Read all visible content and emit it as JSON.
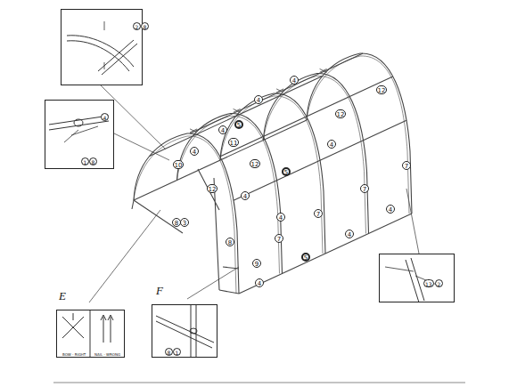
{
  "diagram": {
    "nodes": [
      {
        "text": [
          "2",
          "8"
        ]
      },
      {
        "text": [
          "4",
          "1",
          "8"
        ]
      },
      {
        "text": [
          "E",
          "BOW - RIGHT",
          "NAIL - WRONG"
        ]
      },
      {
        "text": [
          "F",
          "8",
          "1"
        ]
      },
      {
        "text": [
          "13",
          "2"
        ]
      }
    ],
    "labels": [
      "4",
      "12",
      "4",
      "5",
      "4",
      "11",
      "12",
      "4",
      "10",
      "12",
      "5",
      "4",
      "7",
      "12",
      "4",
      "7",
      "7",
      "4",
      "8",
      "3",
      "4",
      "4",
      "8",
      "7",
      "5",
      "9",
      "4"
    ]
  }
}
